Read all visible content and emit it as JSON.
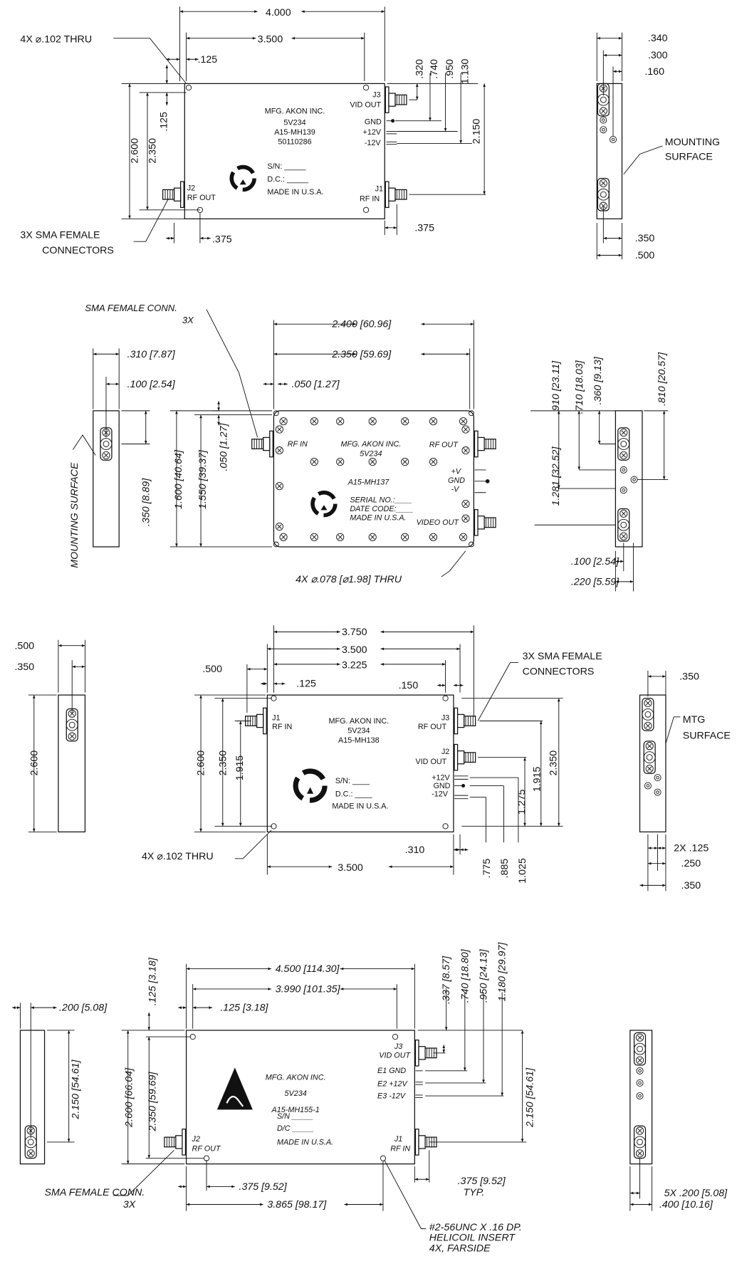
{
  "drawing_1": {
    "dims": {
      "w_total": "4.000",
      "w_holes": "3.500",
      "hole_inset": ".125",
      "hole_note": "4X ⌀.102 THRU",
      "conn_note_1": "3X SMA FEMALE",
      "conn_note_2": "CONNECTORS",
      "left_375": ".375",
      "right_375": ".375",
      "h_total": "2.600",
      "h_holes": "2.350",
      "v_125": ".125",
      "d320": ".320",
      "d740": ".740",
      "d950": ".950",
      "d1130": "1.130",
      "d2150": "2.150"
    },
    "labels": {
      "mfg": "MFG. AKON INC.",
      "code": "5V234",
      "model": "A15-MH139",
      "serial_no": "50110286",
      "sn": "S/N: _____",
      "dc": "D.C.: _____",
      "made": "MADE IN U.S.A.",
      "j3": "J3",
      "vid_out": "VID OUT",
      "gnd": "GND",
      "p12": "+12V",
      "m12": "-12V",
      "j2": "J2",
      "rf_out": "RF OUT",
      "j1": "J1",
      "rf_in": "RF IN"
    },
    "side": {
      "d340": ".340",
      "d300": ".300",
      "d160": ".160",
      "mount_1": "MOUNTING",
      "mount_2": "SURFACE",
      "d350": ".350",
      "d500": ".500"
    }
  },
  "drawing_2": {
    "dims": {
      "w_total": "2.400 [60.96]",
      "w_inner": "2.350 [59.69]",
      "edge": ".050 [1.27]",
      "h_total": "1.600 [40.64]",
      "h_inner": "1.550 [39.37]",
      "v_edge": ".050 [1.27]",
      "conn_note": "SMA FEMALE CONN.",
      "conn_qty": "3X",
      "hole_note": "4X ⌀.078 [⌀1.98] THRU"
    },
    "labels": {
      "rf_in": "RF IN",
      "mfg": "MFG. AKON INC.",
      "code": "5V234",
      "rf_out": "RF OUT",
      "model": "A15-MH137",
      "pv": "+V",
      "gnd": "GND",
      "mv": "-V",
      "serial": "SERIAL NO.:____",
      "date": "DATE CODE:____",
      "made": "MADE IN U.S.A.",
      "video_out": "VIDEO OUT"
    },
    "left_side": {
      "d310": ".310 [7.87]",
      "d100": ".100 [2.54]",
      "d350": ".350 [8.89]",
      "mount": "MOUNTING SURFACE"
    },
    "right_side": {
      "d910": ".910 [23.11]",
      "d710": ".710 [18.03]",
      "d360": ".360 [9.13]",
      "d810": ".810 [20.57]",
      "d1281": "1.281 [32.52]",
      "d100": ".100 [2.54]",
      "d220": ".220 [5.59]"
    }
  },
  "drawing_3": {
    "dims": {
      "w3750": "3.750",
      "w3500": "3.500",
      "w3225": "3.225",
      "d500": ".500",
      "d125": ".125",
      "d150": ".150",
      "conn_note_1": "3X SMA FEMALE",
      "conn_note_2": "CONNECTORS",
      "h2600": "2.600",
      "h2350": "2.350",
      "h1915": "1.915",
      "r2350": "2.350",
      "r1915": "1.915",
      "r1275": "1.275",
      "d310": ".310",
      "d775": ".775",
      "d885": ".885",
      "d1025": "1.025",
      "bottom3500": "3.500",
      "hole_note": "4X ⌀.102 THRU"
    },
    "labels": {
      "j1": "J1",
      "rf_in": "RF IN",
      "mfg": "MFG. AKON INC.",
      "code": "5V234",
      "model": "A15-MH138",
      "j3": "J3",
      "rf_out": "RF OUT",
      "j2": "J2",
      "vid_out": "VID OUT",
      "p12": "+12V",
      "gnd": "GND",
      "m12": "-12V",
      "sn": "S/N: ____",
      "dc": "D.C.: ____",
      "made": "MADE IN U.S.A."
    },
    "left_side": {
      "d500": ".500",
      "d350": ".350",
      "h2600": "2.600"
    },
    "right_side": {
      "d350": ".350",
      "mtg": "MTG",
      "surface": "SURFACE",
      "d2x125": "2X .125",
      "d250": ".250",
      "d350b": ".350"
    }
  },
  "drawing_4": {
    "dims": {
      "w4500": "4.500 [114.30]",
      "w3990": "3.990 [101.35]",
      "d125": ".125 [3.18]",
      "v125": ".125 [3.18]",
      "h2600": "2.600 [66.04]",
      "h2350": "2.350 [59.69]",
      "d337": ".337 [8.57]",
      "d740": ".740 [18.80]",
      "d950": ".950 [24.13]",
      "d1180": "1.180 [29.97]",
      "r2150": "2.150 [54.61]",
      "d375": ".375 [9.52]",
      "d375typ": ".375 [9.52]",
      "typ": "TYP.",
      "w3865": "3.865 [98.17]",
      "conn_note": "SMA FEMALE CONN.",
      "conn_qty": "3X",
      "insert_1": "#2-56UNC X .16 DP.",
      "insert_2": "HELICOIL INSERT",
      "insert_3": "4X, FARSIDE"
    },
    "labels": {
      "mfg": "MFG. AKON INC.",
      "code": "5V234",
      "model": "A15-MH155-1",
      "j3": "J3",
      "vid_out": "VID OUT",
      "e1": "E1  GND",
      "e2": "E2  +12V",
      "e3": "E3  -12V",
      "sn": "S/N _____",
      "dc": "D/C _____",
      "made": "MADE IN U.S.A.",
      "j2": "J2",
      "rf_out": "RF OUT",
      "j1": "J1",
      "rf_in": "RF IN"
    },
    "left_side": {
      "d200": ".200 [5.08]",
      "h2150": "2.150 [54.61]"
    },
    "right_side": {
      "d5x200": "5X .200 [5.08]",
      "d400": ".400 [10.16]"
    }
  }
}
